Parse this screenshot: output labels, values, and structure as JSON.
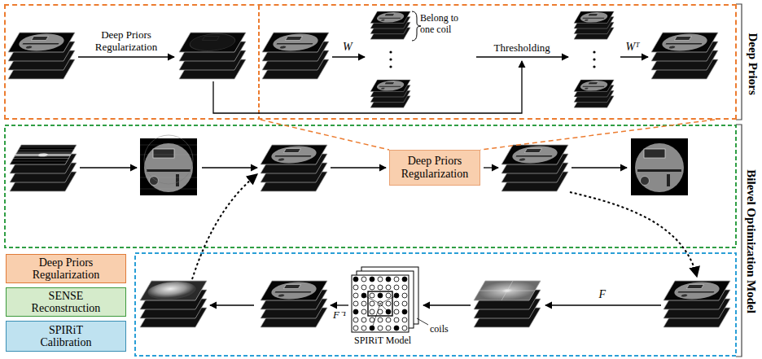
{
  "diagram": {
    "nodes": [
      {
        "text": [
          "Deep Priors"
        ]
      },
      {
        "text": [
          "Deep Priors Regularization"
        ]
      }
    ],
    "edges": [
      {
        "from": 0,
        "to": 1,
        "arrow": "none"
      }
    ],
    "labels": [
      "Deep Priors Regularization",
      "W",
      "Belong to one coil",
      "Thresholding",
      "Wᵀ",
      "Bilevel Optimization Model",
      "F⁻¹",
      "SPIRiT Model",
      "coils",
      "F"
    ],
    "legend": [
      {
        "text": "Deep Priors Regularization",
        "color": "#f9cfae"
      },
      {
        "text": "SENSE Reconstruction",
        "color": "#d5ebcb"
      },
      {
        "text": "SPIRiT Calibration",
        "color": "#bfe2f0"
      }
    ]
  }
}
